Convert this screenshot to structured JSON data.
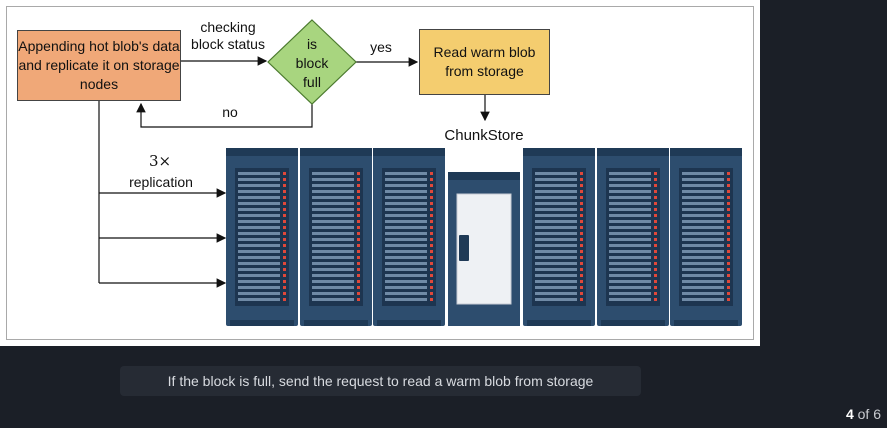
{
  "diagram": {
    "append_node": "Appending hot blob's data and replicate it on storage nodes",
    "check_label_line1": "checking",
    "check_label_line2": "block status",
    "decision_line1": "is",
    "decision_line2": "block",
    "decision_line3": "full",
    "yes_label": "yes",
    "no_label": "no",
    "read_node": "Read warm blob from storage",
    "chunkstore_label": "ChunkStore",
    "replication_count": "3×",
    "replication_label": "replication",
    "colors": {
      "append_fill": "#f0a878",
      "decision_fill": "#a8d57f",
      "read_fill": "#f4cd6f",
      "server_body": "#2d4d6e",
      "server_dark": "#1f3a56",
      "led": "#e0483a"
    }
  },
  "caption": "If the block is full, send the request to read a warm blob from storage",
  "pager": {
    "current": "4",
    "total": "6"
  }
}
